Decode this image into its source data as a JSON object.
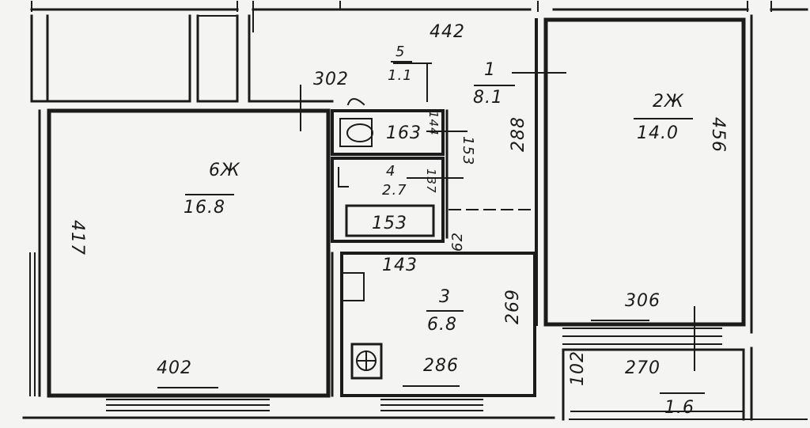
{
  "rooms": {
    "r1": {
      "id": "1",
      "area": "8.1"
    },
    "r2": {
      "id": "2Ж",
      "area": "14.0"
    },
    "r3": {
      "id": "3",
      "area": "6.8"
    },
    "r4": {
      "id": "4",
      "area": "2.7"
    },
    "r5": {
      "id": "5",
      "area": "1.1"
    },
    "r6": {
      "id": "6Ж",
      "area": "16.8"
    },
    "balcony": {
      "area": "1.6"
    }
  },
  "dims": {
    "top_442": "442",
    "d302": "302",
    "d288": "288",
    "d456": "456",
    "d417": "417",
    "d402": "402",
    "d163": "163",
    "d153_vert": "153",
    "d153_bath": "153",
    "d144": "144",
    "d137": "137",
    "d62": "62",
    "d143": "143",
    "d269": "269",
    "d286": "286",
    "d306": "306",
    "d270": "270",
    "d102": "102"
  }
}
